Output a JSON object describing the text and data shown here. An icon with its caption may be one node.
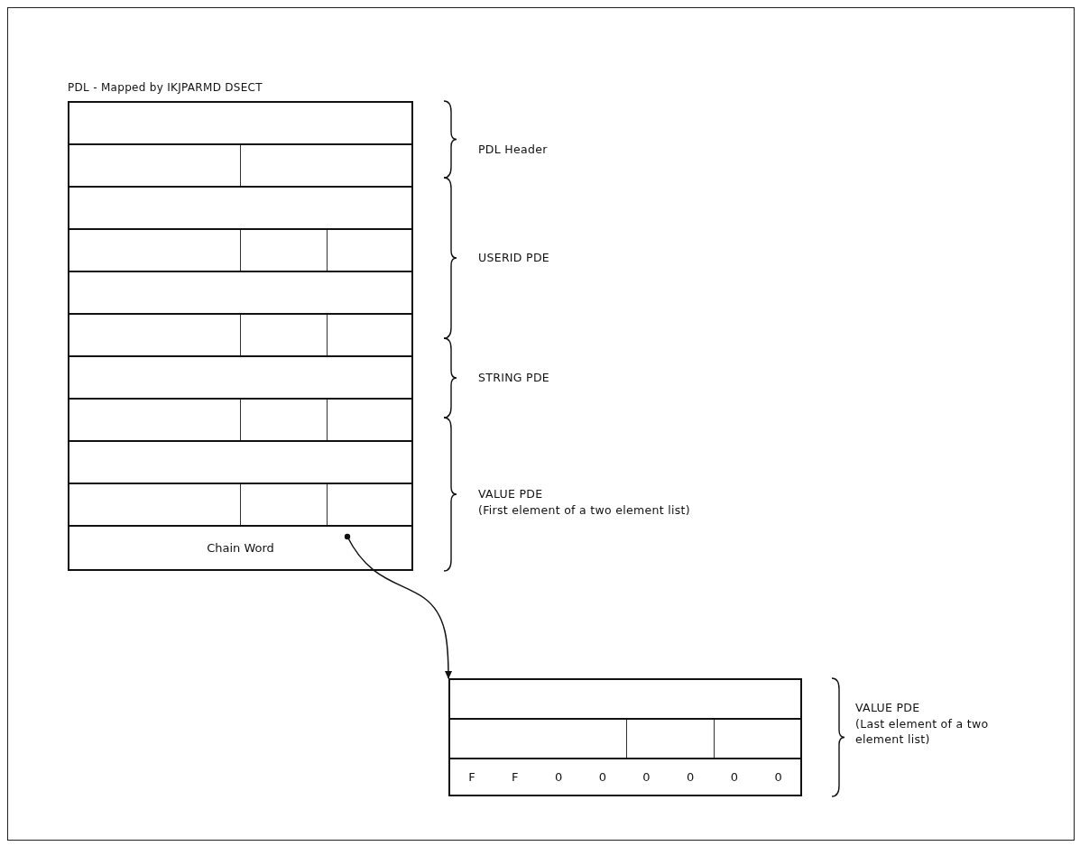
{
  "diagram": {
    "nodes": [
      {
        "text": [
          "PDL - Mapped by IKJPARMD DSECT"
        ]
      },
      {
        "text": [
          "Chain Word"
        ],
        "in": 0
      },
      {
        "text": [
          "F",
          "F",
          "0",
          "0",
          "0",
          "0",
          "0",
          "0"
        ]
      }
    ],
    "edges": [
      {
        "from": 1,
        "to": 2,
        "arrow": "to"
      }
    ],
    "labels": [
      "PDL Header",
      "USERID PDE",
      "STRING PDE",
      "VALUE PDE",
      "(First element of a two element list)",
      "VALUE PDE",
      "(Last element of a two element list)"
    ]
  }
}
